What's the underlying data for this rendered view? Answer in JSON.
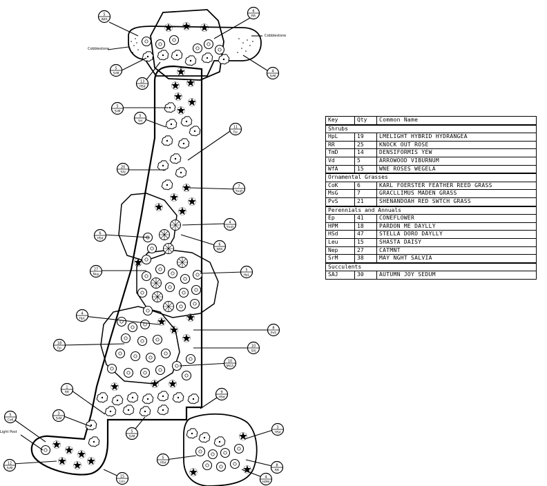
{
  "callouts": [
    {
      "id": "c-5-wfa-top",
      "num": "5",
      "code": "WfA"
    },
    {
      "id": "c-6-rr-top",
      "num": "6",
      "code": "RR"
    },
    {
      "id": "c-5-srm-a",
      "num": "5",
      "code": "SrM"
    },
    {
      "id": "c-13-hsd-a",
      "num": "13",
      "code": "HSd"
    },
    {
      "id": "c-4-srm-b",
      "num": "4",
      "code": "SrM"
    },
    {
      "id": "c-5-srm-c",
      "num": "5",
      "code": "SrM"
    },
    {
      "id": "c-5-vd",
      "num": "5",
      "code": "Vd"
    },
    {
      "id": "c-11-ep-a",
      "num": "11",
      "code": "Ep"
    },
    {
      "id": "c-20-saj",
      "num": "20",
      "code": "SAJ"
    },
    {
      "id": "c-7-tmd",
      "num": "7",
      "code": "TmD"
    },
    {
      "id": "c-6-hsd-b",
      "num": "6",
      "code": "HSd"
    },
    {
      "id": "c-4-tmd",
      "num": "4",
      "code": "TmD"
    },
    {
      "id": "c-6-wfa-mid",
      "num": "6",
      "code": "WfA"
    },
    {
      "id": "c-27-nep",
      "num": "27",
      "code": "Nep"
    },
    {
      "id": "c-5-hpl",
      "num": "5",
      "code": "HpL"
    },
    {
      "id": "c-4-hpl",
      "num": "4",
      "code": "HpL"
    },
    {
      "id": "c-8-pvs",
      "num": "8",
      "code": "PvS"
    },
    {
      "id": "c-18-ep-b",
      "num": "18",
      "code": "Ep"
    },
    {
      "id": "c-10-saj",
      "num": "10",
      "code": "SAJ"
    },
    {
      "id": "c-10-mga",
      "num": "10",
      "code": "MGA"
    },
    {
      "id": "c-1-rr",
      "num": "1",
      "code": "RR"
    },
    {
      "id": "c-9-hsd-c",
      "num": "9",
      "code": "HSd"
    },
    {
      "id": "c-5-cok",
      "num": "5",
      "code": "CoK"
    },
    {
      "id": "c-3-srm-d",
      "num": "3",
      "code": "SrM"
    },
    {
      "id": "c-5-srm-e",
      "num": "5",
      "code": "SrM"
    },
    {
      "id": "c-3-hsd-d",
      "num": "3",
      "code": "HSd"
    },
    {
      "id": "c-12-srm-f",
      "num": "12",
      "code": "SrM"
    },
    {
      "id": "c-5-hsd-e",
      "num": "5",
      "code": "HSd"
    },
    {
      "id": "c-8-rr",
      "num": "8",
      "code": "RR"
    },
    {
      "id": "c-15-leu",
      "num": "15",
      "code": "Leu"
    },
    {
      "id": "c-4-hpm",
      "num": "4",
      "code": "HPM"
    }
  ],
  "labels": {
    "cobblestone_left": "Cobblestone",
    "cobblestone_right": "Cobblestone",
    "light_post": "Light Post"
  },
  "legend": {
    "header": {
      "key": "Key",
      "qty": "Qty",
      "name": "Common Name"
    },
    "sections": [
      {
        "title": "Shrubs",
        "rows": [
          {
            "key": "HpL",
            "qty": "19",
            "name": "LMELIGHT HYBRID HYDRANGEA"
          },
          {
            "key": "RR",
            "qty": "25",
            "name": "KNOCK OUT ROSE"
          },
          {
            "key": "TmD",
            "qty": "14",
            "name": "DENSIFORMIS YEW"
          },
          {
            "key": "Vd",
            "qty": "5",
            "name": "ARROWOOD VIBURNUM"
          },
          {
            "key": "WfA",
            "qty": "15",
            "name": "WNE  ROSES WEGELA"
          }
        ]
      },
      {
        "title": "Ornamental Grasses",
        "rows": [
          {
            "key": "CoK",
            "qty": "6",
            "name": "KARL FOERSTER FEATHER REED GRASS"
          },
          {
            "key": "MsG",
            "qty": "7",
            "name": "GRACLLIMUS MADEN GRASS"
          },
          {
            "key": "PvS",
            "qty": "21",
            "name": "SHENANDOAH RED SWTCH GRASS"
          }
        ]
      },
      {
        "title": "Perennials and Annuals",
        "rows": [
          {
            "key": "Ep",
            "qty": "41",
            "name": "CONEFLOWER"
          },
          {
            "key": "HPM",
            "qty": "18",
            "name": "PARDON ME DAYLLY"
          },
          {
            "key": "HSd",
            "qty": "47",
            "name": "STELLA DORO DAYLLY"
          },
          {
            "key": "Leu",
            "qty": "15",
            "name": "SHASTA DAISY"
          },
          {
            "key": "Nep",
            "qty": "27",
            "name": "CATMNT"
          },
          {
            "key": "SrM",
            "qty": "38",
            "name": "MAY NGHT SALVIA"
          }
        ]
      },
      {
        "title": "Succulents",
        "rows": [
          {
            "key": "SAJ",
            "qty": "30",
            "name": "AUTUMN JOY SEDUM"
          }
        ]
      }
    ]
  }
}
